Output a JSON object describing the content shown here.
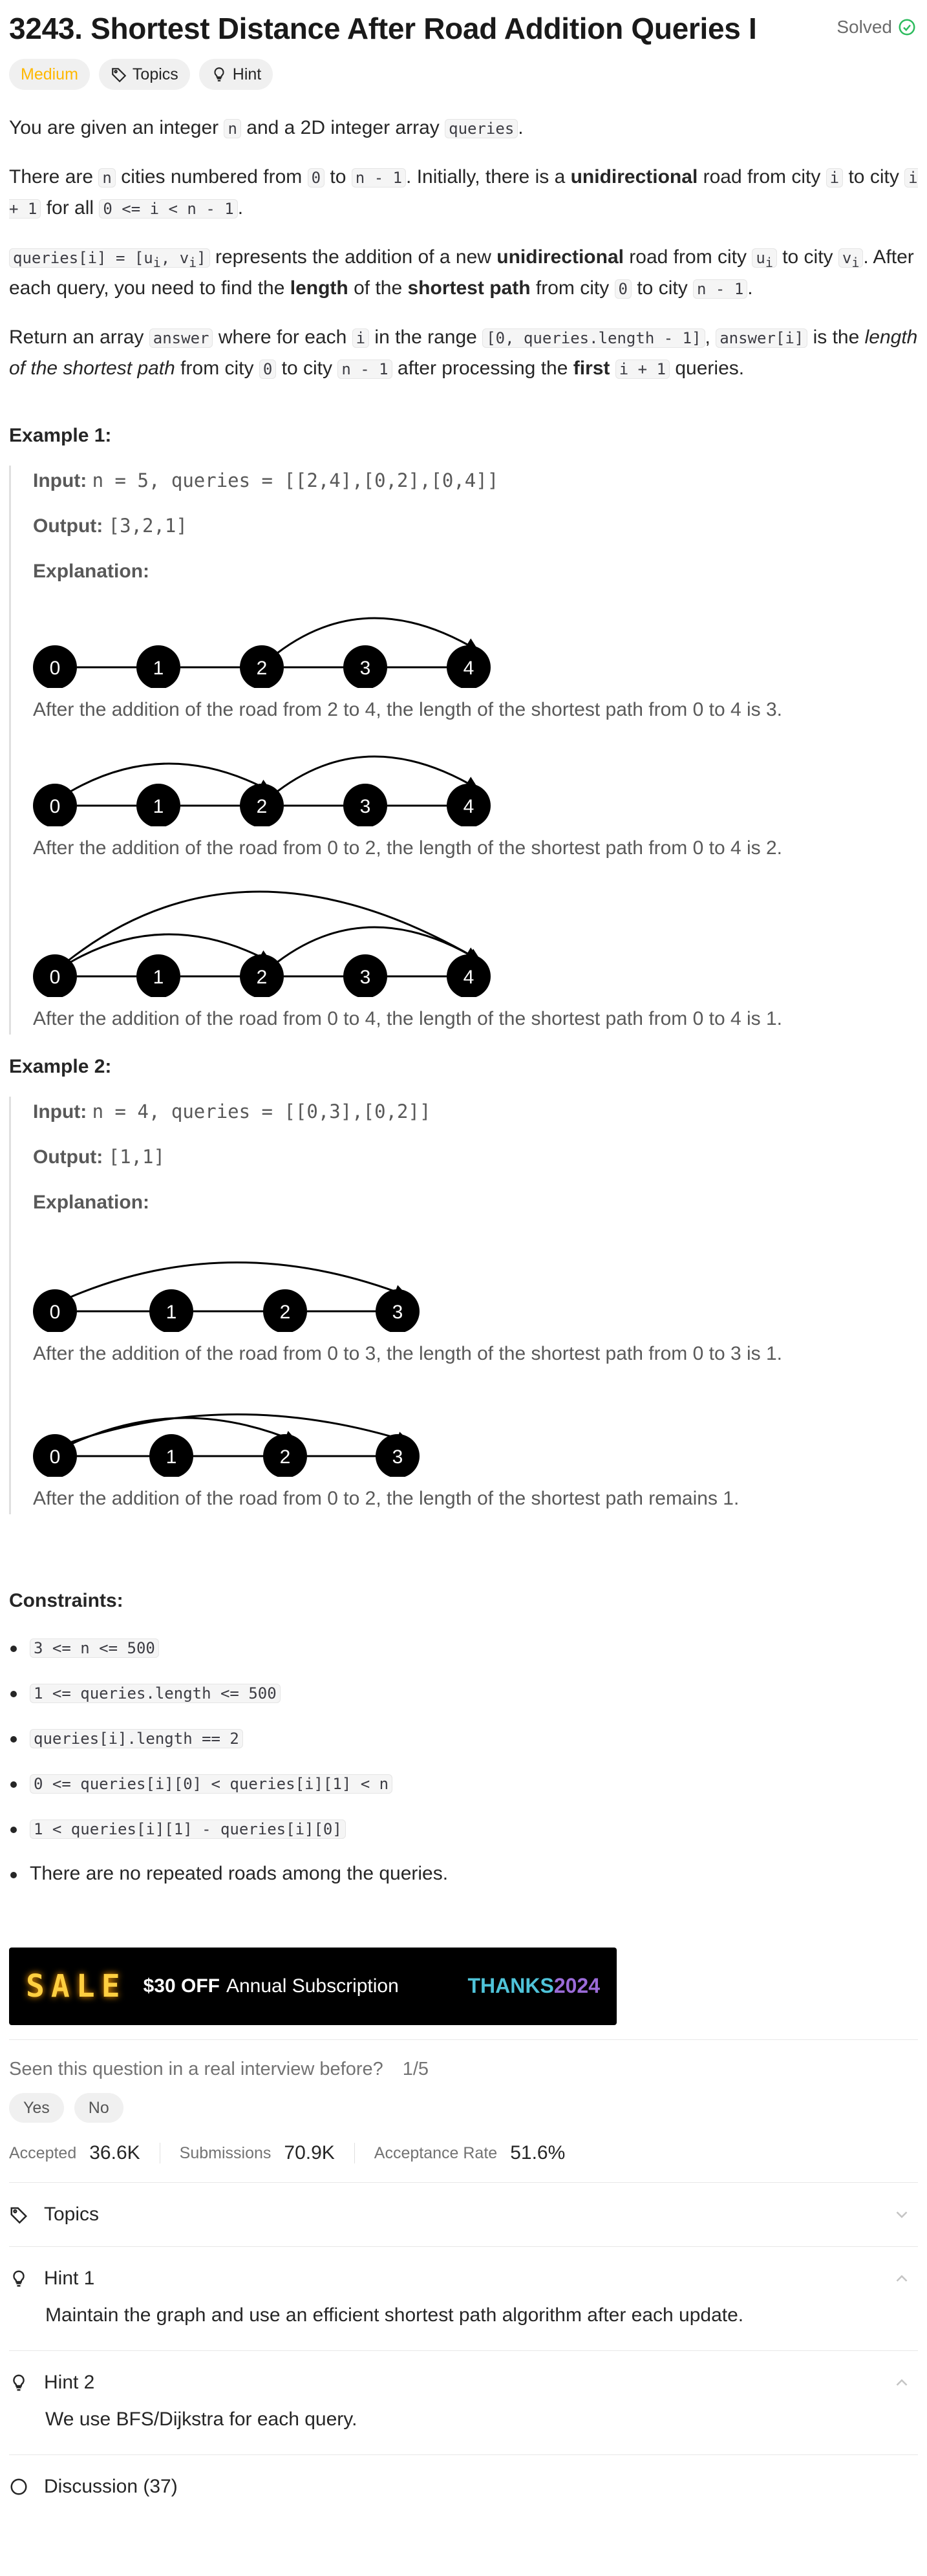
{
  "header": {
    "title": "3243. Shortest Distance After Road Addition Queries I",
    "solved_label": "Solved"
  },
  "tags": {
    "difficulty": "Medium",
    "topics": "Topics",
    "hint": "Hint"
  },
  "description": {
    "p1": [
      "You are given an integer ",
      "n",
      " and a 2D integer array ",
      "queries",
      "."
    ],
    "p2": [
      "There are ",
      "n",
      " cities numbered from ",
      "0",
      " to ",
      "n - 1",
      ". Initially, there is a ",
      "unidirectional",
      " road from city ",
      "i",
      " to city ",
      "i + 1",
      " for all ",
      "0 <= i < n - 1",
      "."
    ],
    "p3": [
      "queries[i] = [u",
      "i",
      ", v",
      "i",
      "]",
      " represents the addition of a new ",
      "unidirectional",
      " road from city ",
      "u",
      "i",
      " to city ",
      "v",
      "i",
      ". After each query, you need to find the ",
      "length",
      " of the ",
      "shortest path",
      " from city ",
      "0",
      " to city ",
      "n - 1",
      "."
    ],
    "p4": [
      "Return an array ",
      "answer",
      " where for each ",
      "i",
      " in the range ",
      "[0, queries.length - 1]",
      ", ",
      "answer[i]",
      " is the ",
      "length of the shortest path",
      " from city ",
      "0",
      " to city ",
      "n - 1",
      " after processing the ",
      "first",
      " ",
      "i + 1",
      " queries."
    ]
  },
  "examples": [
    {
      "title": "Example 1:",
      "input_label": "Input:",
      "input": "n = 5, queries = [[2,4],[0,2],[0,4]]",
      "output_label": "Output:",
      "output": "[3,2,1]",
      "explanation_label": "Explanation:",
      "captions": [
        "After the addition of the road from 2 to 4, the length of the shortest path from 0 to 4 is 3.",
        "After the addition of the road from 0 to 2, the length of the shortest path from 0 to 4 is 2.",
        "After the addition of the road from 0 to 4, the length of the shortest path from 0 to 4 is 1."
      ],
      "node_labels": [
        "0",
        "1",
        "2",
        "3",
        "4"
      ]
    },
    {
      "title": "Example 2:",
      "input_label": "Input:",
      "input": "n = 4, queries = [[0,3],[0,2]]",
      "output_label": "Output:",
      "output": "[1,1]",
      "explanation_label": "Explanation:",
      "captions": [
        "After the addition of the road from 0 to 3, the length of the shortest path from 0 to 3 is 1.",
        "After the addition of the road from 0 to 2, the length of the shortest path remains 1."
      ],
      "node_labels": [
        "0",
        "1",
        "2",
        "3"
      ]
    }
  ],
  "constraints": {
    "title": "Constraints:",
    "items": [
      {
        "code": "3 <= n <= 500"
      },
      {
        "code": "1 <= queries.length <= 500"
      },
      {
        "code": "queries[i].length == 2"
      },
      {
        "code": "0 <= queries[i][0] < queries[i][1] < n"
      },
      {
        "code": "1 < queries[i][1] - queries[i][0]"
      },
      {
        "text": "There are no repeated roads among the queries."
      }
    ]
  },
  "banner": {
    "sale": "SALE",
    "off": "$30 OFF",
    "annual": "Annual Subscription",
    "code": "THANKS",
    "code_year": "2024"
  },
  "interview": {
    "question": "Seen this question in a real interview before?",
    "count": "1/5",
    "yes": "Yes",
    "no": "No"
  },
  "stats": {
    "accepted_label": "Accepted",
    "accepted": "36.6K",
    "submissions_label": "Submissions",
    "submissions": "70.9K",
    "rate_label": "Acceptance Rate",
    "rate": "51.6%"
  },
  "sections": {
    "topics": "Topics",
    "hint1": "Hint 1",
    "hint1_body": "Maintain the graph and use an efficient shortest path algorithm after each update.",
    "hint2": "Hint 2",
    "hint2_body": "We use BFS/Dijkstra for each query.",
    "discussion": "Discussion (37)"
  },
  "colors": {
    "medium": "#ffb800",
    "solved": "#2cbb5d",
    "node": "#000000"
  }
}
